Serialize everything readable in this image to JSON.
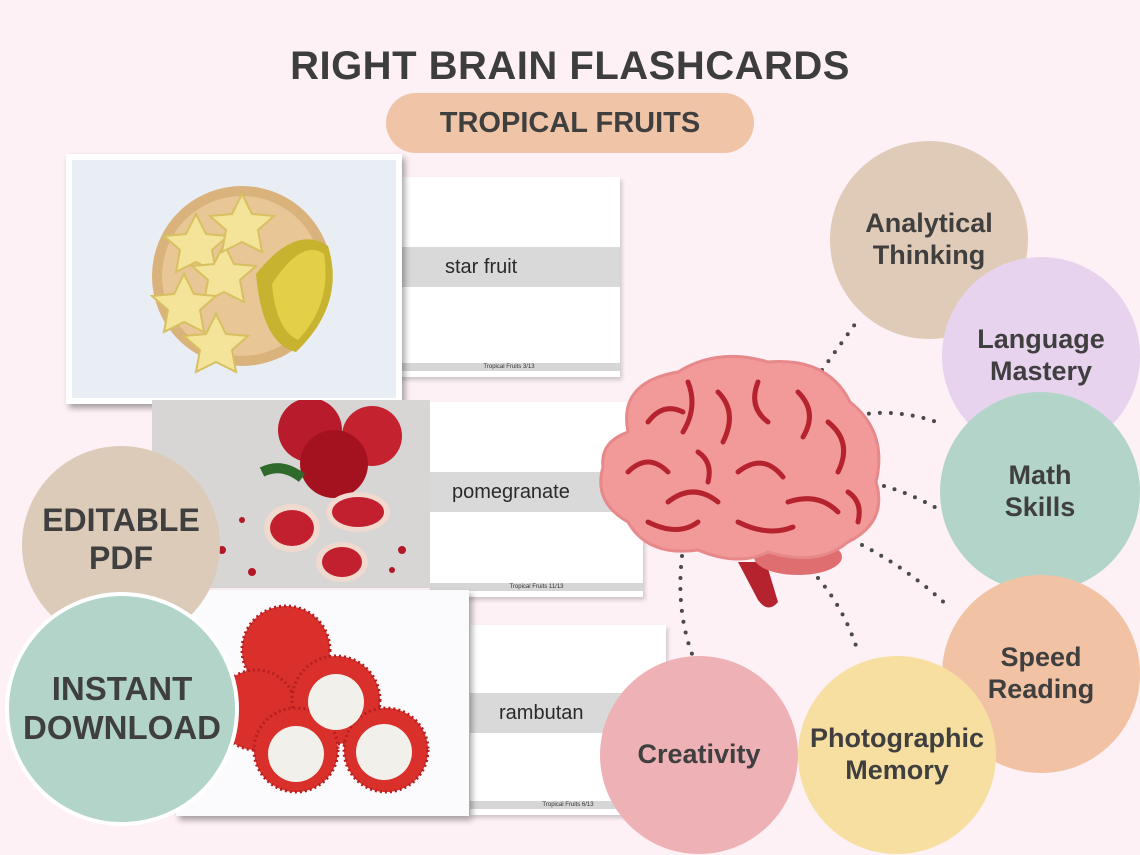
{
  "header": {
    "title": "RIGHT BRAIN FLASHCARDS",
    "subtitle": "TROPICAL FRUITS"
  },
  "cards": [
    {
      "word": "star fruit",
      "footer": "Tropical Fruits 3/13"
    },
    {
      "word": "pomegranate",
      "footer": "Tropical Fruits 11/13"
    },
    {
      "word": "rambutan",
      "footer": "Tropical Fruits 6/13"
    }
  ],
  "badges": {
    "editable": "EDITABLE\nPDF",
    "instant": "INSTANT\nDOWNLOAD"
  },
  "skills": [
    {
      "label": "Analytical\nThinking",
      "color": "#dfcbb8"
    },
    {
      "label": "Language\nMastery",
      "color": "#e8d3ee"
    },
    {
      "label": "Math\nSkills",
      "color": "#b3d5c9"
    },
    {
      "label": "Speed\nReading",
      "color": "#f1c3a4"
    },
    {
      "label": "Photographic\nMemory",
      "color": "#f6dfa0"
    },
    {
      "label": "Creativity",
      "color": "#eeb1b5"
    }
  ],
  "icons": [
    "brain-icon",
    "star-fruit-photo",
    "pomegranate-photo",
    "rambutan-photo"
  ]
}
